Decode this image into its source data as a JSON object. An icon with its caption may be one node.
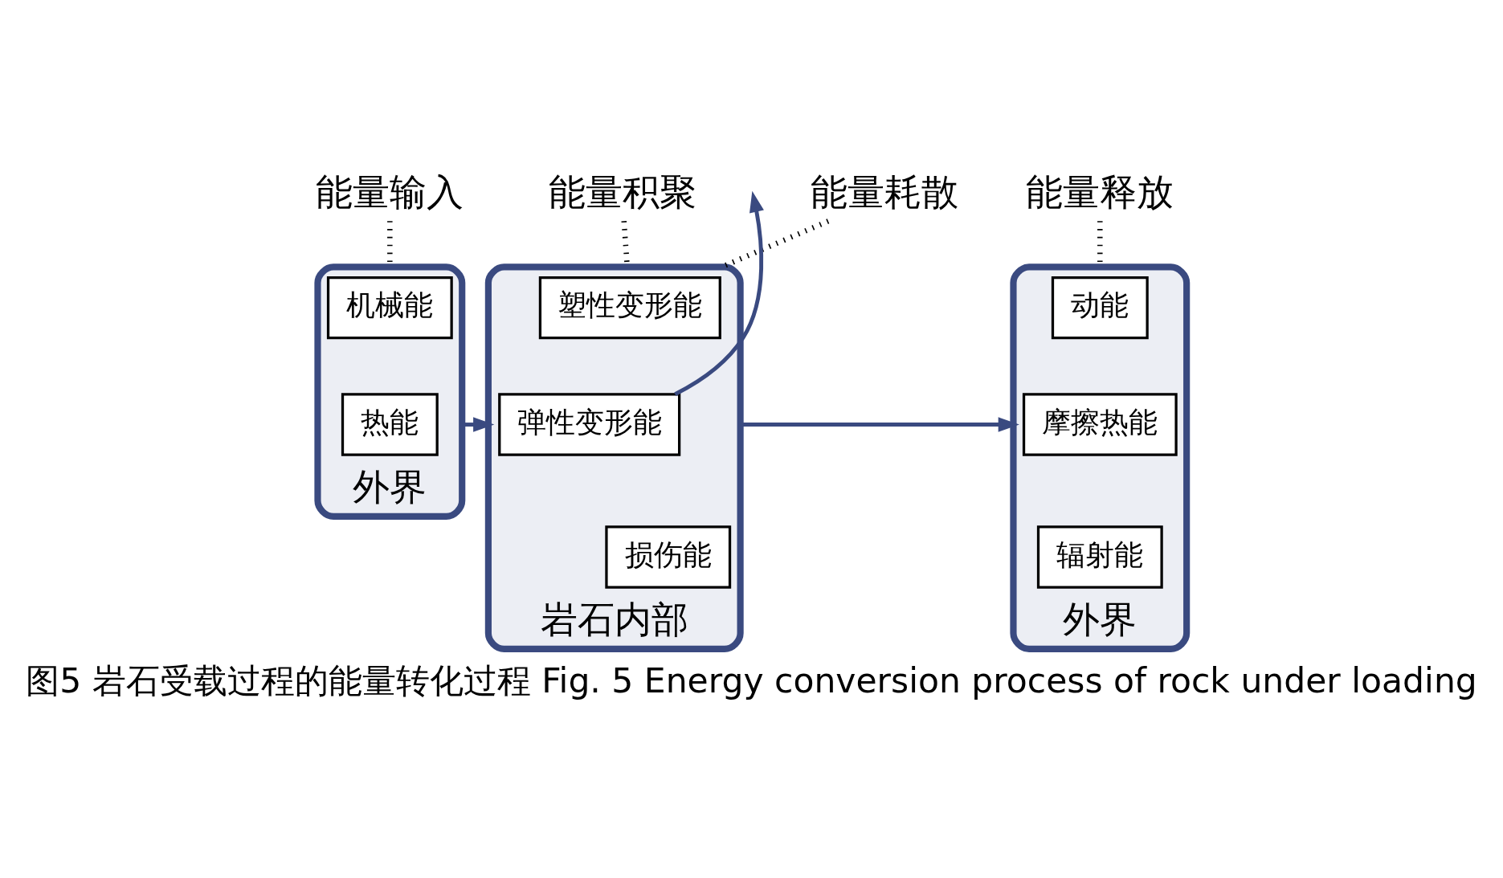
{
  "diagram": {
    "caption": "图5 岩石受载过程的能量转化过程 Fig. 5 Energy conversion process of rock under loading",
    "nodes": [
      {
        "text": [
          "能量输入"
        ]
      },
      {
        "text": [
          "能量积聚"
        ]
      },
      {
        "text": [
          "能量耗散"
        ]
      },
      {
        "text": [
          "能量释放"
        ]
      },
      {
        "text": [
          "外界"
        ]
      },
      {
        "text": [
          "机械能"
        ],
        "in": 4
      },
      {
        "text": [
          "热能"
        ],
        "in": 4
      },
      {
        "text": [
          "岩石内部"
        ]
      },
      {
        "text": [
          "弹性变形能"
        ],
        "in": 7
      },
      {
        "text": [
          "塑性变形能"
        ],
        "in": 7
      },
      {
        "text": [
          "损伤能"
        ],
        "in": 7
      },
      {
        "text": [
          "外界"
        ]
      },
      {
        "text": [
          "动能"
        ],
        "in": 11
      },
      {
        "text": [
          "摩擦热能"
        ],
        "in": 11
      },
      {
        "text": [
          "辐射能"
        ],
        "in": 11
      }
    ],
    "edges": [
      {
        "from": 0,
        "to": 4,
        "arrow": "none",
        "style": "dashed"
      },
      {
        "from": 1,
        "to": 7,
        "arrow": "none",
        "style": "dashed"
      },
      {
        "from": 2,
        "to": 7,
        "arrow": "none",
        "style": "dashed"
      },
      {
        "from": 3,
        "to": 11,
        "arrow": "none",
        "style": "dashed"
      },
      {
        "from": 4,
        "to": 7,
        "arrow": "to",
        "color": "#3a4a80"
      },
      {
        "from": 8,
        "to": null,
        "arrow": "to",
        "color": "#3a4a80"
      },
      {
        "from": 7,
        "to": 11,
        "arrow": "to",
        "color": "#3a4a80"
      }
    ]
  }
}
